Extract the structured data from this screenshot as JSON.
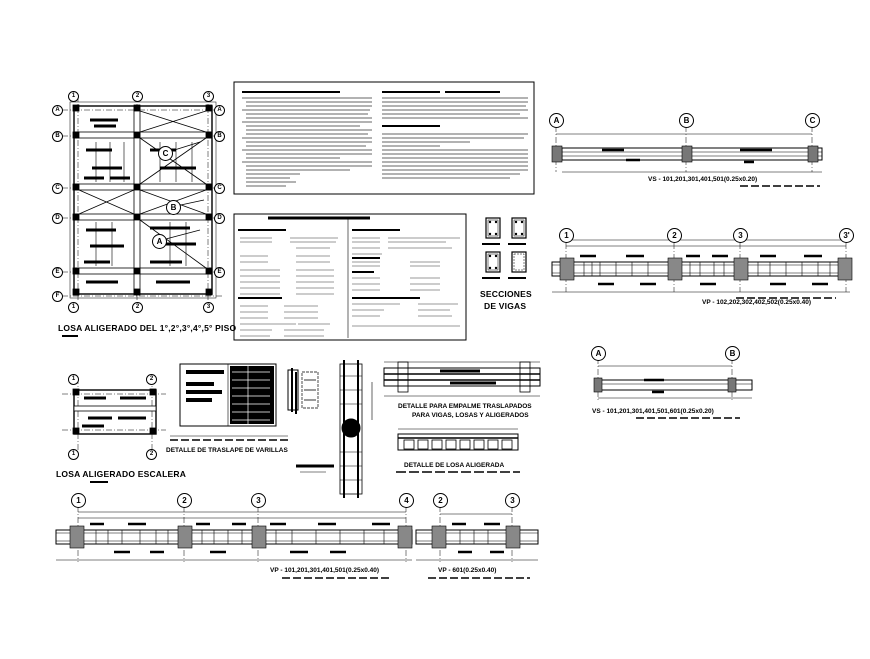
{
  "plans": {
    "losa_piso_title": "LOSA ALIGERADO DEL 1°,2°,3°,4°,5° PISO",
    "losa_escalera_title": "LOSA ALIGERADO ESCALERA",
    "plan_axes_letters": [
      "A",
      "B",
      "C",
      "D",
      "E",
      "F"
    ],
    "plan_axes_numbers": [
      "1",
      "2",
      "3"
    ],
    "plan_callouts": [
      "C",
      "B",
      "A"
    ]
  },
  "details": {
    "secciones_title_1": "SECCIONES",
    "secciones_title_2": "DE VIGAS",
    "traslape_title": "DETALLE DE TRASLAPE DE VARILLAS",
    "empalme_title_1": "DETALLE PARA EMPALME TRASLAPADOS",
    "empalme_title_2": "PARA VIGAS, LOSAS Y ALIGERADOS",
    "losa_aligerada_title": "DETALLE DE LOSA ALIGERADA"
  },
  "beams": {
    "vs_top_title": "VS - 101,201,301,401,501(0.25x0.20)",
    "vs_top_axes": [
      "A",
      "B",
      "C"
    ],
    "vp_right_title": "VP - 102,202,302,402,502(0.25x0.40)",
    "vp_right_axes": [
      "1",
      "2",
      "3",
      "3'"
    ],
    "vs_small_title": "VS - 101,201,301,401,501,601(0.25x0.20)",
    "vs_small_axes": [
      "A",
      "B"
    ],
    "vp_bottom_title": "VP - 101,201,301,401,501(0.25x0.40)",
    "vp_bottom_axes": [
      "1",
      "2",
      "3",
      "4"
    ],
    "vp601_title": "VP - 601(0.25x0.40)",
    "vp601_axes": [
      "2",
      "3"
    ]
  },
  "colors": {
    "ink": "#000000",
    "paper": "#ffffff",
    "hatch": "#555555"
  }
}
